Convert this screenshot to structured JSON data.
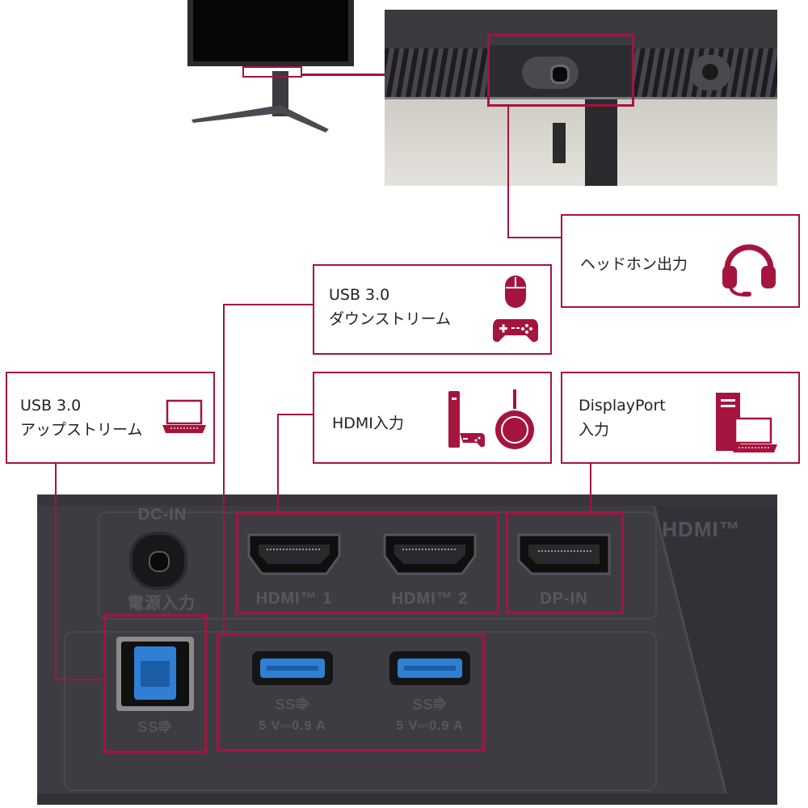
{
  "colors": {
    "accent": "#a5143e",
    "panel": "#3e3c43",
    "panel_text": "#58585e",
    "usb_blue": "#2f7fd4"
  },
  "callouts": {
    "headphone": {
      "label": "ヘッドホン出力",
      "icon": "headphone-icon"
    },
    "usb_down": {
      "line1": "USB 3.0",
      "line2": "ダウンストリーム",
      "icons": [
        "mouse-icon",
        "gamepad-icon"
      ]
    },
    "usb_up": {
      "line1": "USB 3.0",
      "line2": "アップストリーム",
      "icon": "laptop-icon"
    },
    "hdmi": {
      "label": "HDMI入力",
      "icons": [
        "game-console-icon",
        "streaming-stick-icon"
      ]
    },
    "displayport": {
      "line1": "DisplayPort",
      "line2": "入力",
      "icons": [
        "desktop-pc-icon",
        "laptop-icon"
      ]
    }
  },
  "panel": {
    "dc_in": "DC-IN",
    "power_input": "電源入力",
    "hdmi1": "HDMI™ 1",
    "hdmi2": "HDMI™ 2",
    "dp_in": "DP-IN",
    "hdmi_logo": "HDMI™",
    "usb_rating_left": "5 V⎓0.9 A",
    "usb_rating_right": "5 V⎓0.9 A"
  }
}
